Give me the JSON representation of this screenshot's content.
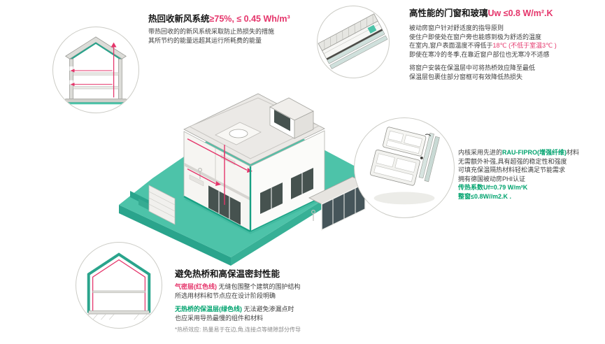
{
  "colors": {
    "accent_red": "#e5356b",
    "accent_green": "#00a36e",
    "ground_teal": "#4dc3a9"
  },
  "sections": {
    "heat_recovery": {
      "title_black": "热回收新风系统",
      "title_red": "≥75%, ≤ 0.45 Wh/m³",
      "body": [
        "带热回收的的新风系统采取防止热损失的措施",
        "其所节约的能量远超其运行所耗费的能量"
      ]
    },
    "windows": {
      "title_black": "高性能的门窗和玻璃",
      "title_red": "Uw ≤0.8 W/m².K",
      "para1": [
        "被动房窗户针对舒适度的指导原则",
        "使住户即使处在窗户旁也能感到极为舒适的温度"
      ],
      "temp_pre": "在室内,窗户表面温度不得低于",
      "temp_red1": "18℃",
      "temp_red2": " (不低于室温3℃ )",
      "para2": [
        "即使在寒冷的冬季,在靠近窗户部位也无寒冷不适感"
      ],
      "para3": [
        "将窗户安装在保温层中可将热桥效应降至最低",
        "保温层包裹住部分窗框可有效降低热损失"
      ]
    },
    "profile": {
      "line1_pre": "内核采用先进的",
      "line1_green": "RAU-FIPRO(增强纤维)",
      "line1_post": "材料",
      "body": [
        "无需额外补强,具有超强的稳定性和强度",
        "可填充保温隔热材料轻松满足节能需求",
        "拥有德国被动房PHI认证"
      ],
      "green_lines": [
        "传热系数Uf=0.79 W/m²K",
        "整窗≤0.8W//m2.K ."
      ]
    },
    "thermal_bridge": {
      "title": "避免热桥和高保温密封性能",
      "red_label": "气密层(红色线)",
      "red_rest": " 无缝包围整个建筑的围护结构",
      "line2": "所选用材料和节点应在设计阶段明确",
      "green_label": "无热桥的保温层(绿色线)",
      "green_rest": " 无法避免渗漏点时",
      "line4": "也应采用导热最慢的组件和材料",
      "footnote": "*热桥效应: 热量易于在边,角,连接点等缝隙部分传导"
    }
  },
  "illustrations": {
    "main": "passive-house-isometric-cutaway",
    "circle_left": "house-section-ventilation",
    "circle_top_right": "window-corner-detail",
    "circle_right": "window-frame-profile",
    "circle_bottom_left": "house-section-insulation"
  }
}
